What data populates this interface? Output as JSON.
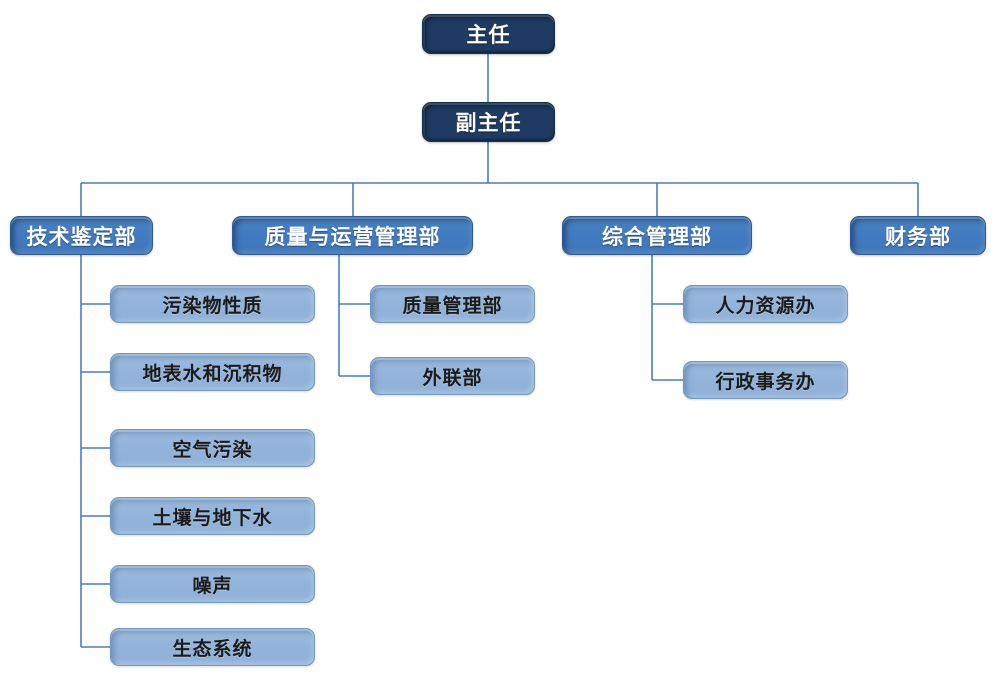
{
  "diagram": {
    "type": "org-chart",
    "orientation": "top-down-with-left-hanging-subtrees",
    "connector_color": "#4a7ebb",
    "palette": {
      "level1_fill": "#1f3b64",
      "level1_text": "#ffffff",
      "level2_fill": "#4280c2",
      "level2_text": "#ffffff",
      "level3_fill": "#95b5db",
      "level3_text": "#1b1b1b",
      "background": "#ffffff"
    },
    "nodes": {
      "director": {
        "label": "主任",
        "level": 1
      },
      "deputy_director": {
        "label": "副主任",
        "level": 1
      },
      "dept_technical": {
        "label": "技术鉴定部",
        "level": 2
      },
      "dept_quality_ops": {
        "label": "质量与运营管理部",
        "level": 2
      },
      "dept_general_admin": {
        "label": "综合管理部",
        "level": 2
      },
      "dept_finance": {
        "label": "财务部",
        "level": 2
      },
      "sub_pollutant": {
        "label": "污染物性质",
        "level": 3
      },
      "sub_surface_water": {
        "label": "地表水和沉积物",
        "level": 3
      },
      "sub_air": {
        "label": "空气污染",
        "level": 3
      },
      "sub_soil": {
        "label": "土壤与地下水",
        "level": 3
      },
      "sub_noise": {
        "label": "噪声",
        "level": 3
      },
      "sub_ecosystem": {
        "label": "生态系统",
        "level": 3
      },
      "sub_quality_mgmt": {
        "label": "质量管理部",
        "level": 3
      },
      "sub_liaison": {
        "label": "外联部",
        "level": 3
      },
      "sub_hr": {
        "label": "人力资源办",
        "level": 3
      },
      "sub_admin_affairs": {
        "label": "行政事务办",
        "level": 3
      }
    }
  }
}
